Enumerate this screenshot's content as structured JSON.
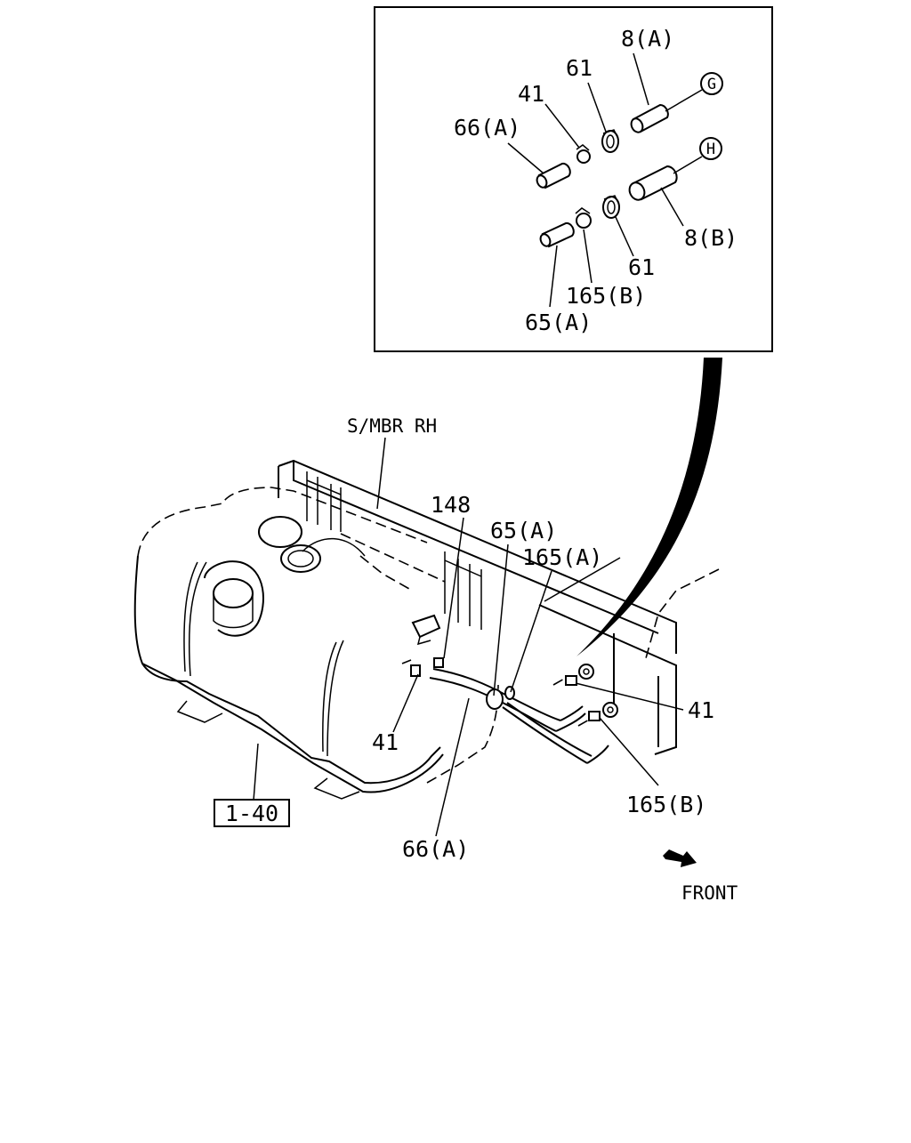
{
  "inset": {
    "labels": {
      "l8a": "8(A)",
      "l61_top": "61",
      "l41": "41",
      "l66a": "66(A)",
      "l8b": "8(B)",
      "l61_bottom": "61",
      "l165b": "165(B)",
      "l65a": "65(A)"
    },
    "circles": {
      "g": "G",
      "h": "H"
    }
  },
  "main": {
    "labels": {
      "smbr": "S/MBR RH",
      "l148": "148",
      "l65a": "65(A)",
      "l165a": "165(A)",
      "l41_left": "41",
      "l41_right": "41",
      "l165b": "165(B)",
      "l66a": "66(A)",
      "ref": "1-40",
      "front": "FRONT"
    }
  }
}
